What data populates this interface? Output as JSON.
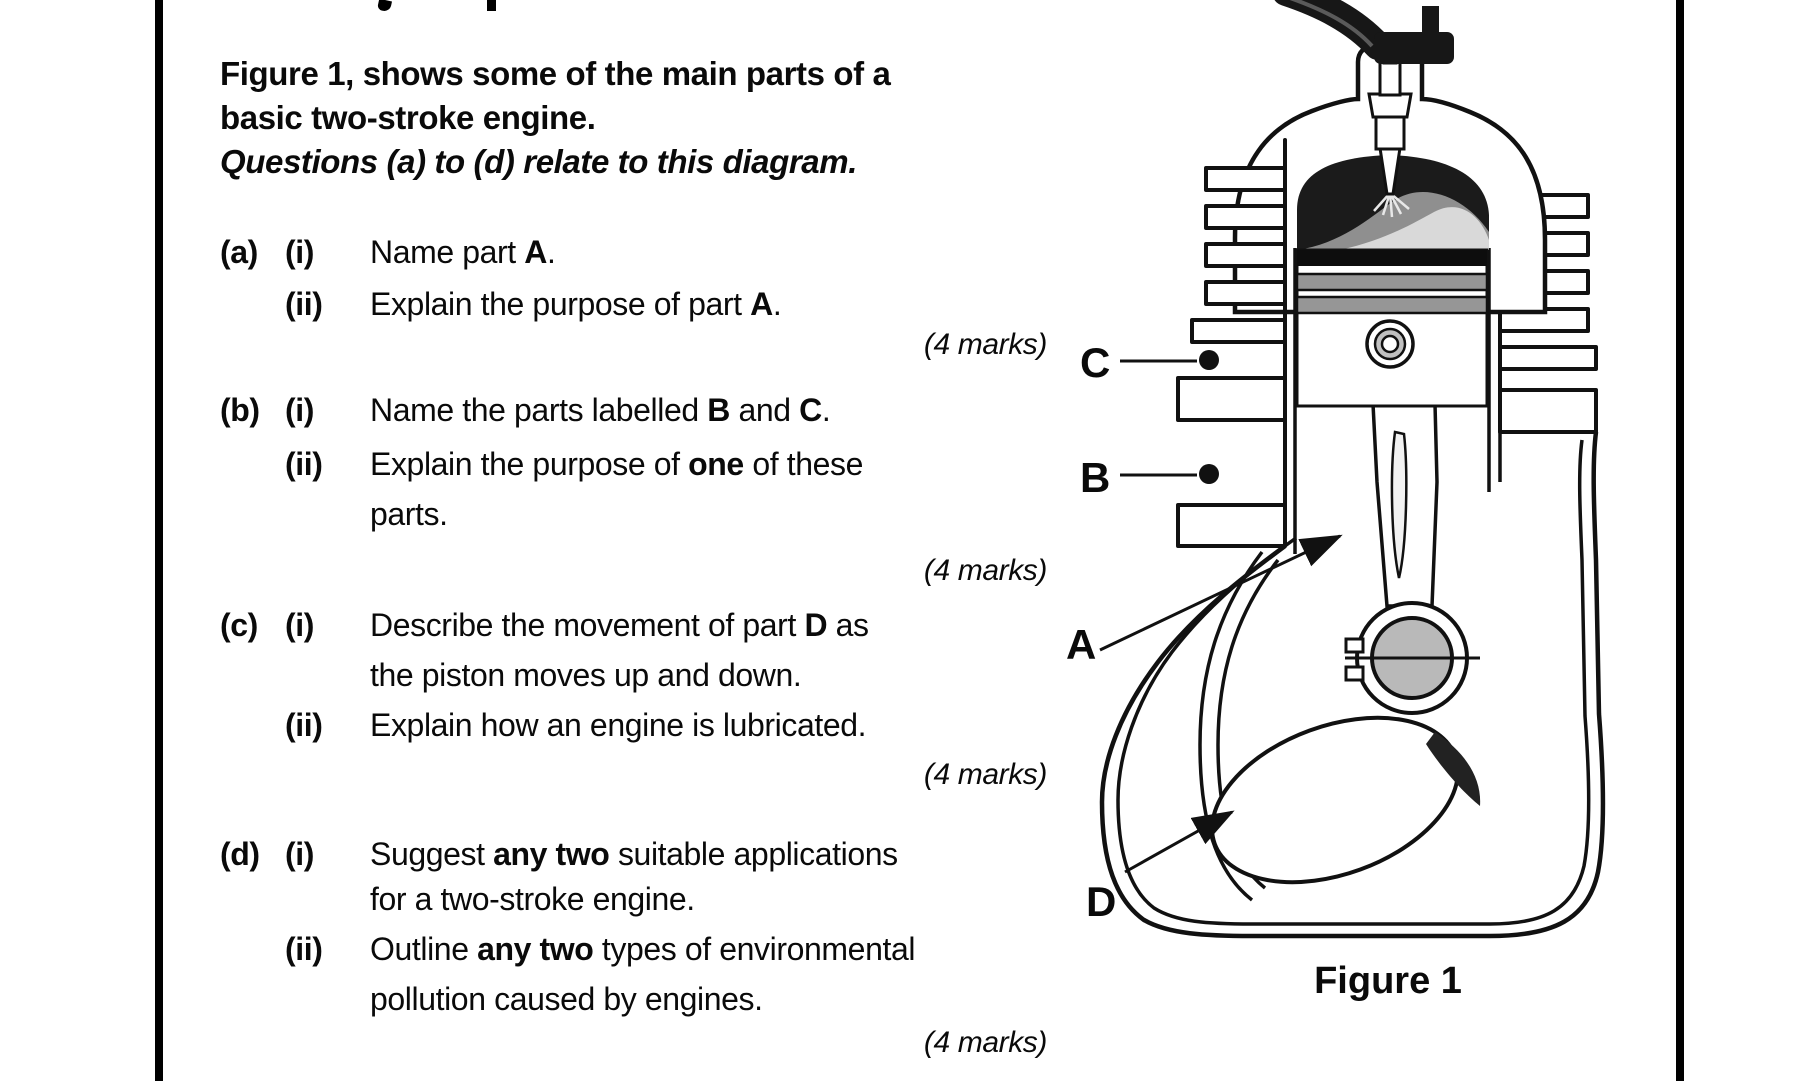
{
  "intro": {
    "line1": "Figure 1, shows some of the main parts of a",
    "line2": "basic two-stroke engine.",
    "line3": "Questions (a) to (d) relate to this diagram."
  },
  "questions": [
    {
      "label": "(a)",
      "marks": "(4 marks)",
      "parts": [
        {
          "num": "(i)",
          "lines": [
            [
              {
                "t": "Name part "
              },
              {
                "t": "A",
                "b": true
              },
              {
                "t": "."
              }
            ]
          ]
        },
        {
          "num": "(ii)",
          "lines": [
            [
              {
                "t": "Explain the purpose of part "
              },
              {
                "t": "A",
                "b": true
              },
              {
                "t": "."
              }
            ]
          ]
        }
      ]
    },
    {
      "label": "(b)",
      "marks": "(4 marks)",
      "parts": [
        {
          "num": "(i)",
          "lines": [
            [
              {
                "t": "Name the parts labelled "
              },
              {
                "t": "B",
                "b": true
              },
              {
                "t": " and "
              },
              {
                "t": "C",
                "b": true
              },
              {
                "t": "."
              }
            ]
          ]
        },
        {
          "num": "(ii)",
          "lines": [
            [
              {
                "t": "Explain the purpose of "
              },
              {
                "t": "one",
                "b": true
              },
              {
                "t": " of these"
              }
            ],
            [
              {
                "t": "parts."
              }
            ]
          ]
        }
      ]
    },
    {
      "label": "(c)",
      "marks": "(4 marks)",
      "parts": [
        {
          "num": "(i)",
          "lines": [
            [
              {
                "t": "Describe the movement of part "
              },
              {
                "t": "D",
                "b": true
              },
              {
                "t": " as"
              }
            ],
            [
              {
                "t": "the piston moves up and down."
              }
            ]
          ]
        },
        {
          "num": "(ii)",
          "lines": [
            [
              {
                "t": "Explain how an engine is lubricated."
              }
            ]
          ]
        }
      ]
    },
    {
      "label": "(d)",
      "marks": "(4 marks)",
      "parts": [
        {
          "num": "(i)",
          "lines": [
            [
              {
                "t": "Suggest "
              },
              {
                "t": "any two",
                "b": true
              },
              {
                "t": " suitable applications"
              }
            ],
            [
              {
                "t": "for a two-stroke engine."
              }
            ]
          ]
        },
        {
          "num": "(ii)",
          "lines": [
            [
              {
                "t": "Outline "
              },
              {
                "t": "any two",
                "b": true
              },
              {
                "t": " types of environmental"
              }
            ],
            [
              {
                "t": "pollution caused by engines."
              }
            ]
          ]
        }
      ]
    }
  ],
  "figure": {
    "caption": "Figure 1",
    "labels": {
      "a": "A",
      "b": "B",
      "c": "C",
      "d": "D"
    }
  },
  "colors": {
    "text": "#0a0a0a",
    "outline": "#111111",
    "piston_ring_gray": "#969696",
    "bearing_gray": "#b9b9b9",
    "chamber_dark": "#1b1b1b"
  }
}
